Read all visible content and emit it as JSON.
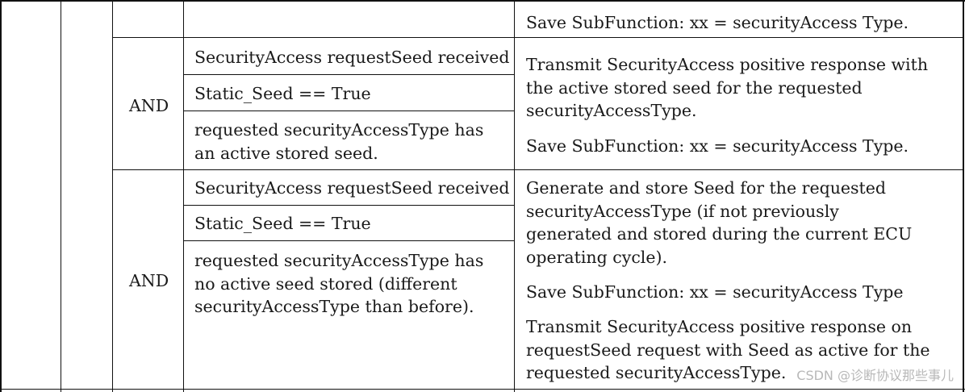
{
  "block0": {
    "actions": [
      "Save SubFunction: xx = securityAccess Type."
    ]
  },
  "block1": {
    "operator": "AND",
    "conditions": [
      "SecurityAccess requestSeed received",
      "Static_Seed == True",
      "requested securityAccessType has\nan active stored seed."
    ],
    "actions": [
      "Transmit SecurityAccess positive response with\nthe active stored seed for the requested\nsecurityAccessType.",
      "Save SubFunction: xx = securityAccess Type."
    ]
  },
  "block2": {
    "operator": "AND",
    "conditions": [
      "SecurityAccess requestSeed received",
      "Static_Seed == True",
      "requested securityAccessType has\nno active seed stored (different\nsecurityAccessType than before)."
    ],
    "actions": [
      "Generate and store Seed for the requested\nsecurityAccessType (if not previously\ngenerated and stored during the current ECU\noperating cycle).",
      "Save SubFunction: xx = securityAccess Type",
      "Transmit SecurityAccess positive response on\nrequestSeed request with Seed as active for the\nrequested securityAccessType."
    ]
  },
  "watermark": "CSDN @诊断协议那些事儿"
}
